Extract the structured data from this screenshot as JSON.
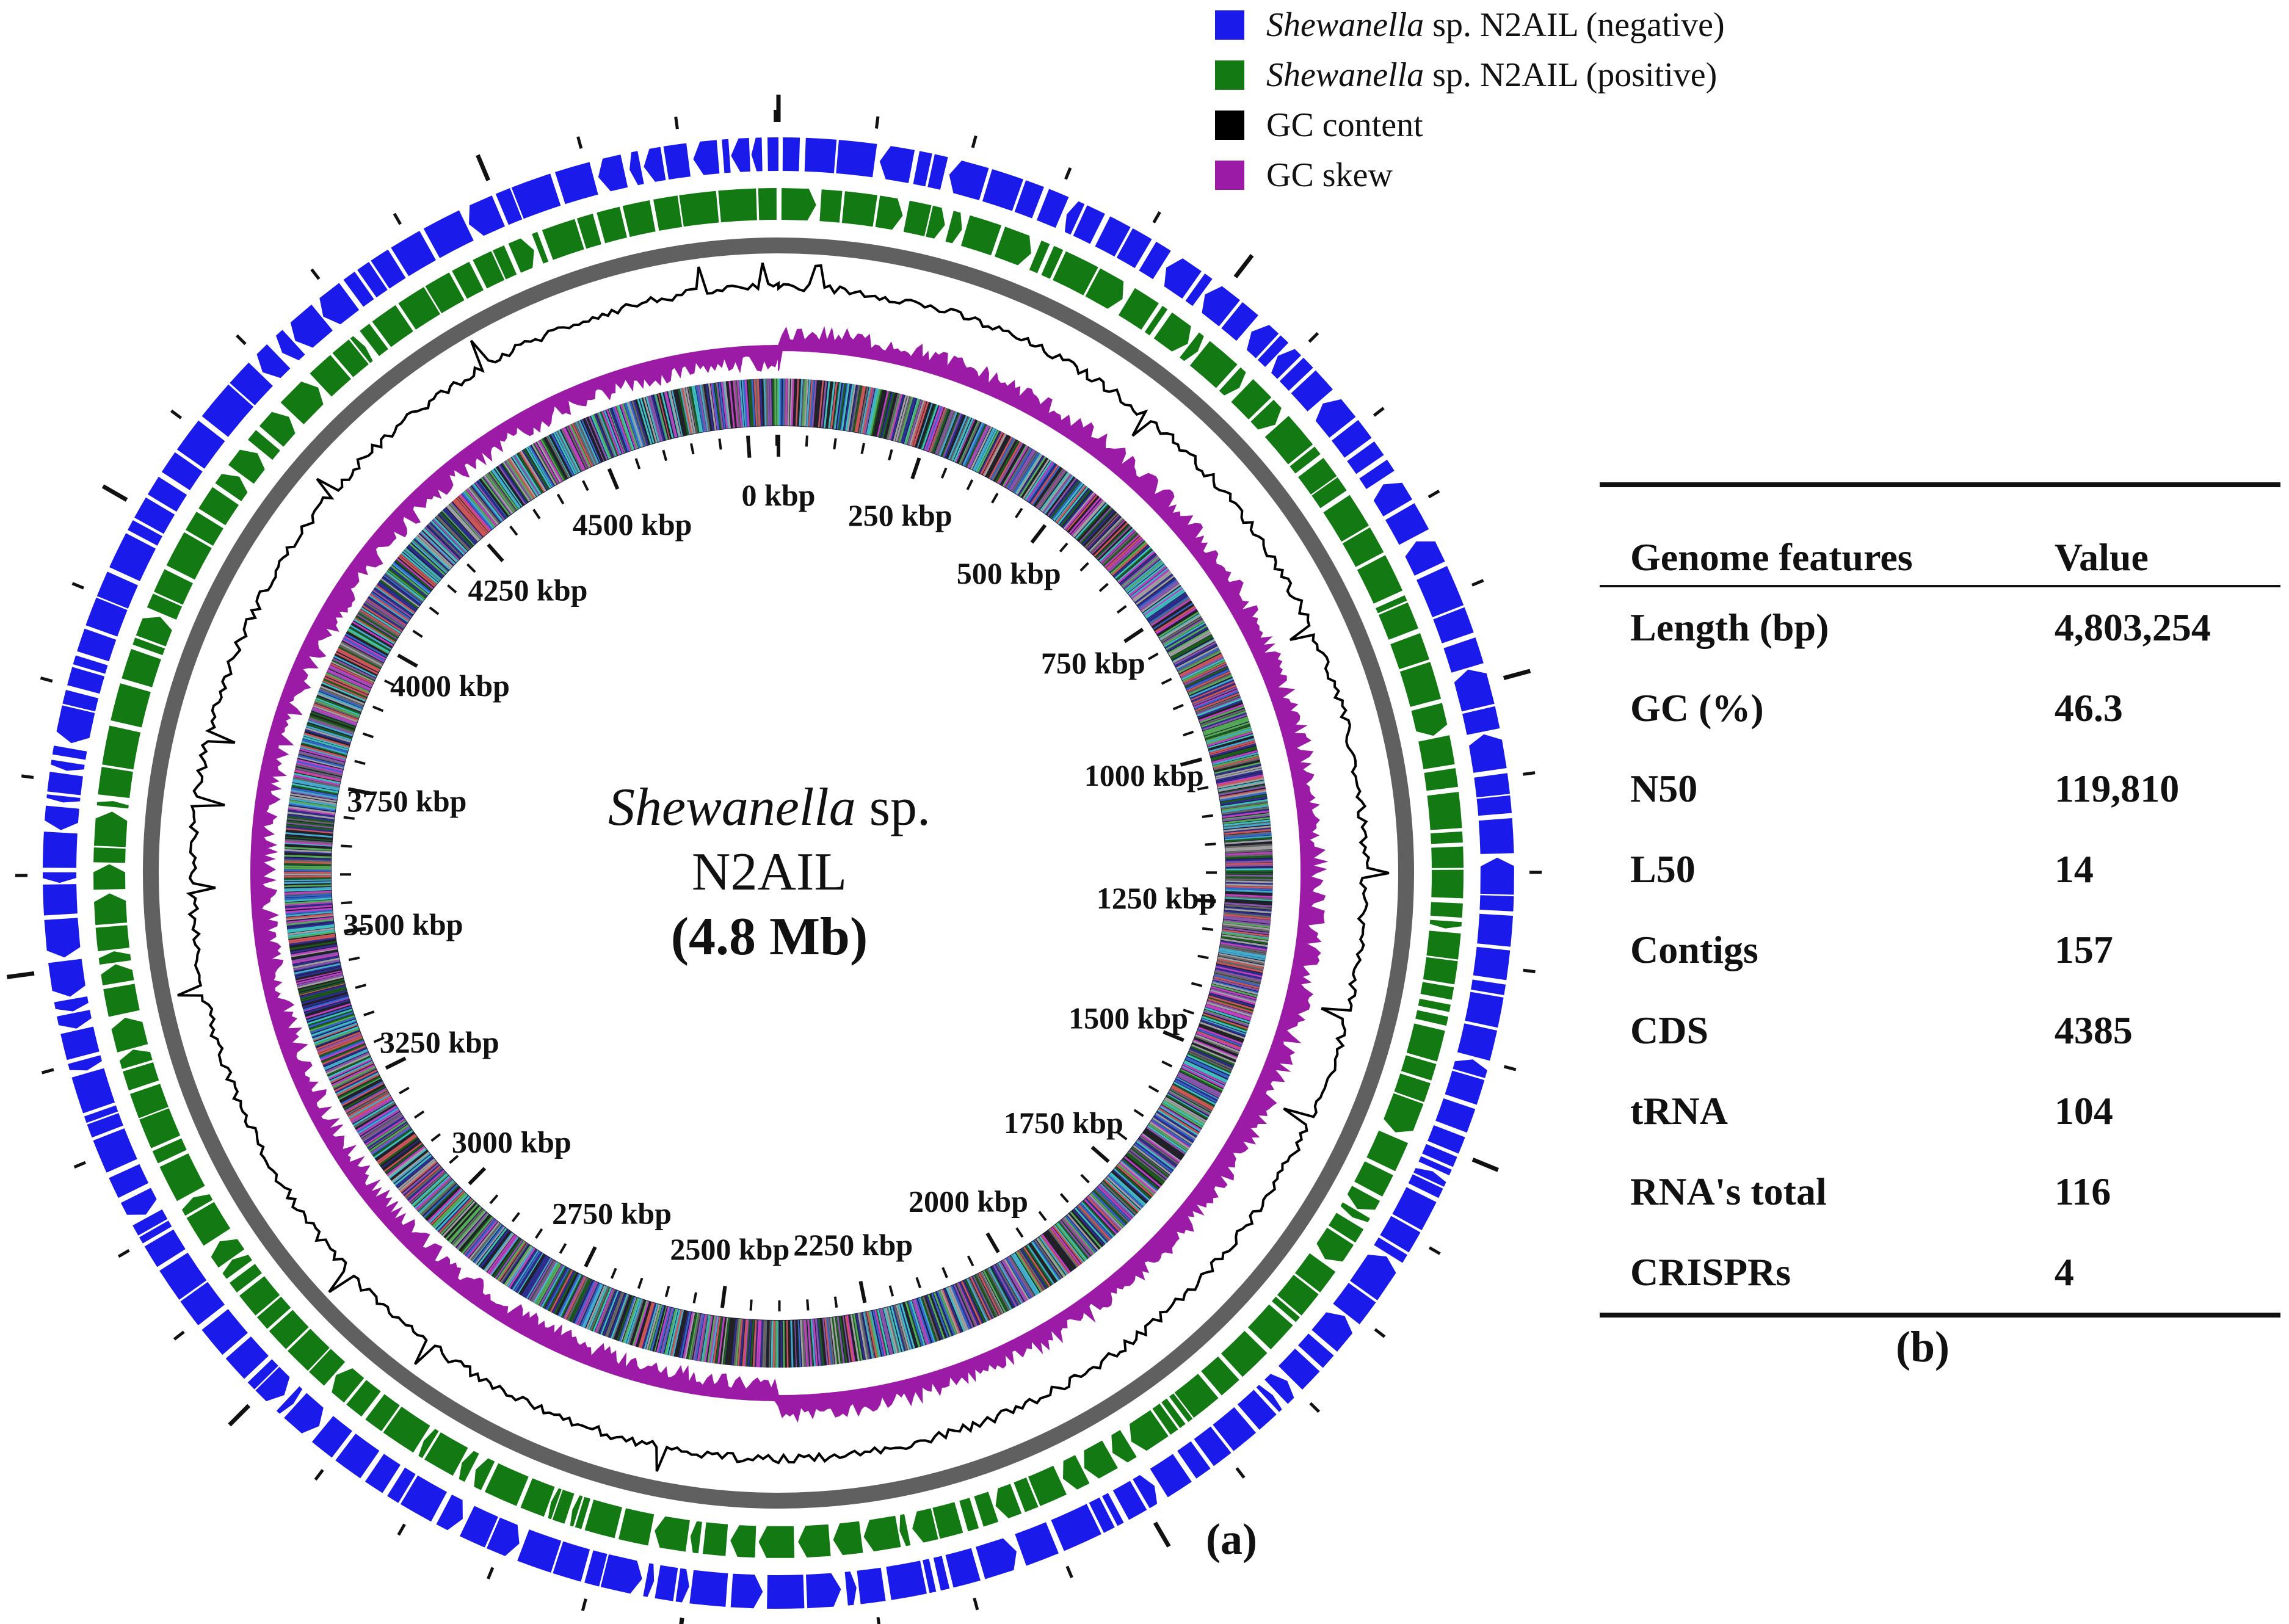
{
  "legend": [
    {
      "name_italic": "Shewanella",
      "name_rest": " sp. N2AIL (negative)",
      "color": "#1a1aeb"
    },
    {
      "name_italic": "Shewanella",
      "name_rest": " sp. N2AIL (positive)",
      "color": "#137a13"
    },
    {
      "name_italic": "",
      "name_rest": "GC content",
      "color": "#000000"
    },
    {
      "name_italic": "",
      "name_rest": "GC skew",
      "color": "#9b1aa6"
    }
  ],
  "map": {
    "title_italic": "Shewanella",
    "title_rest": " sp. N2AIL",
    "size": "(4.8 Mb)",
    "genome_length_bp": 4803254,
    "tick_labels": [
      {
        "text": "0 kbp",
        "kbp": 0
      },
      {
        "text": "250 kbp",
        "kbp": 250
      },
      {
        "text": "500 kbp",
        "kbp": 500
      },
      {
        "text": "750 kbp",
        "kbp": 750
      },
      {
        "text": "1000 kbp",
        "kbp": 1000
      },
      {
        "text": "1250 kbp",
        "kbp": 1250
      },
      {
        "text": "1500 kbp",
        "kbp": 1500
      },
      {
        "text": "1750 kbp",
        "kbp": 1750
      },
      {
        "text": "2000 kbp",
        "kbp": 2000
      },
      {
        "text": "2250 kbp",
        "kbp": 2250
      },
      {
        "text": "2500 kbp",
        "kbp": 2500
      },
      {
        "text": "2750 kbp",
        "kbp": 2750
      },
      {
        "text": "3000 kbp",
        "kbp": 3000
      },
      {
        "text": "3250 kbp",
        "kbp": 3250
      },
      {
        "text": "3500 kbp",
        "kbp": 3500
      },
      {
        "text": "3750 kbp",
        "kbp": 3750
      },
      {
        "text": "4000 kbp",
        "kbp": 4000
      },
      {
        "text": "4250 kbp",
        "kbp": 4250
      },
      {
        "text": "4500 kbp",
        "kbp": 4500
      }
    ],
    "backbone_color": "#606060",
    "cog_colors": [
      "#2e2e8f",
      "#3fbfbf",
      "#a0a0a0",
      "#1b5c1b",
      "#c040c0",
      "#3366cc",
      "#222222",
      "#55aa55",
      "#8855aa",
      "#44aacc",
      "#666666",
      "#cc5555"
    ],
    "panel_label": "(a)"
  },
  "features": {
    "headers": [
      "Genome features",
      "Value"
    ],
    "rows": [
      [
        "Length (bp)",
        "4,803,254"
      ],
      [
        "GC (%)",
        "46.3"
      ],
      [
        "N50",
        "119,810"
      ],
      [
        "L50",
        "14"
      ],
      [
        "Contigs",
        "157"
      ],
      [
        "CDS",
        "4385"
      ],
      [
        "tRNA",
        "104"
      ],
      [
        "RNA's total",
        "116"
      ],
      [
        "CRISPRs",
        "4"
      ]
    ],
    "panel_label": "(b)"
  }
}
